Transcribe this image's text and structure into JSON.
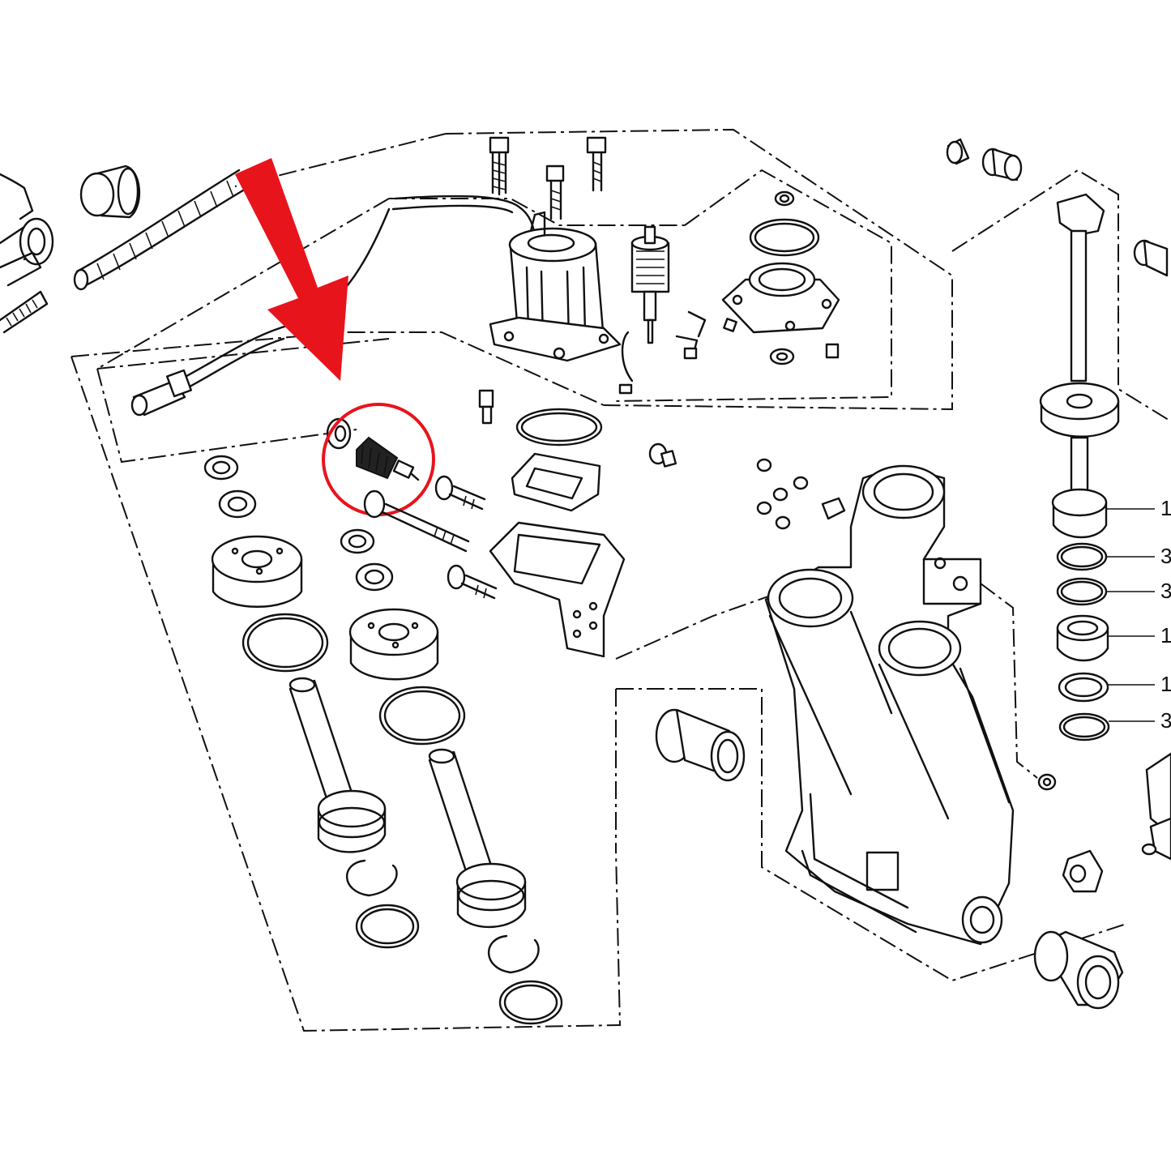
{
  "colors": {
    "line": "#111111",
    "background": "#ffffff",
    "highlight": "#e8141c"
  },
  "highlight": {
    "arrow": "red-arrow-icon",
    "circle": "red-circle-highlight"
  },
  "callouts": [
    "1",
    "3",
    "3",
    "1",
    "1",
    "3"
  ]
}
